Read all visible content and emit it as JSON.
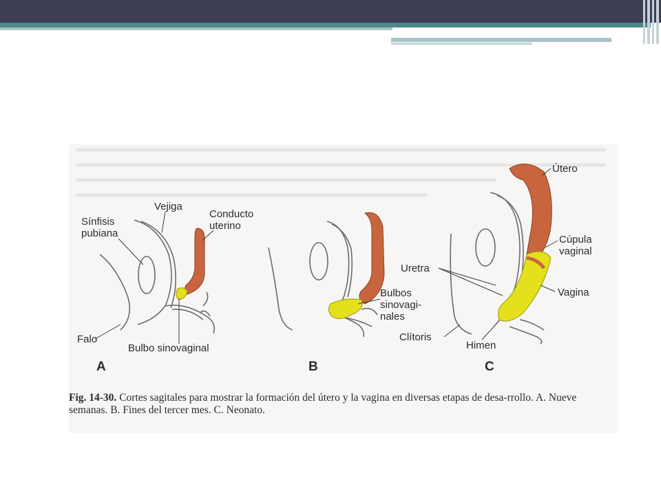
{
  "figure": {
    "labels": {
      "sinfisis": "Sínfisis\npubiana",
      "vejiga": "Vejiga",
      "conducto": "Conducto\nuterino",
      "falo": "Falo",
      "bulbo_sinovaginal": "Bulbo sinovaginal",
      "bulbos_sinovaginales": "Bulbos\nsinovagi-\nnales",
      "utero": "Útero",
      "cupula": "Cúpula\nvaginal",
      "uretra": "Uretra",
      "vagina": "Vagina",
      "clitoris": "Clítoris",
      "himen": "Himen"
    },
    "panels": [
      "A",
      "B",
      "C"
    ],
    "caption": {
      "number": "Fig. 14-30.",
      "text": " Cortes sagitales para mostrar la formación del útero y la vagina en diversas etapas de desa-rrollo. A. Nueve semanas. B. Fines del tercer mes. C. Neonato."
    },
    "colors": {
      "uterine": "#c8653f",
      "sinovaginal": "#e4e01c",
      "outline": "#6a6a6a"
    }
  }
}
